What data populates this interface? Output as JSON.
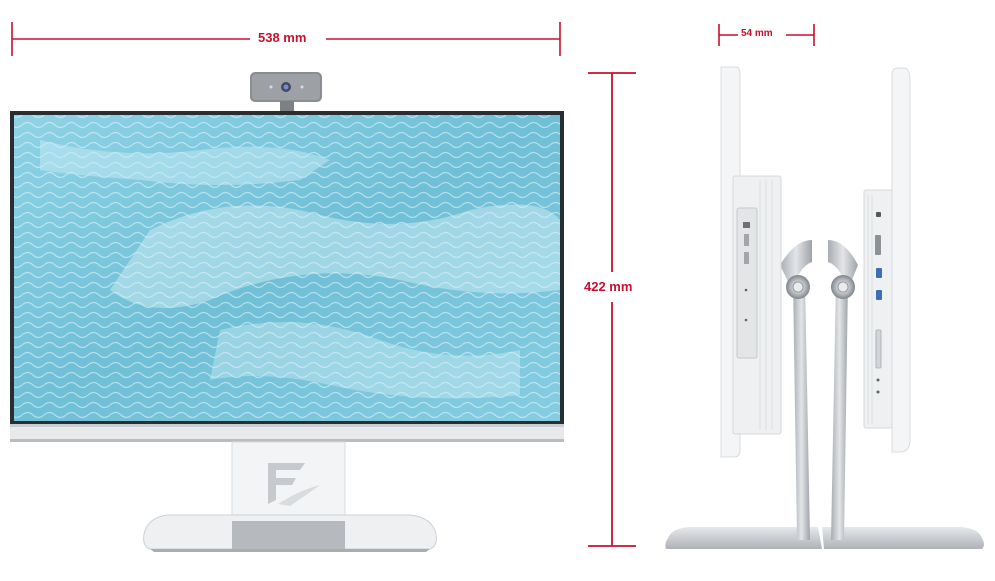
{
  "dimensions": {
    "width_label": "538 mm",
    "height_label": "422 mm",
    "depth_label": "54 mm"
  },
  "colors": {
    "dimension_line": "#c8102e",
    "body_white": "#f4f5f6",
    "stand_silver": "#c9ccd0",
    "screen_water": "#7cc7dc"
  },
  "icons": {
    "logo": "stylized-f-logo",
    "webcam": "webcam-icon"
  }
}
